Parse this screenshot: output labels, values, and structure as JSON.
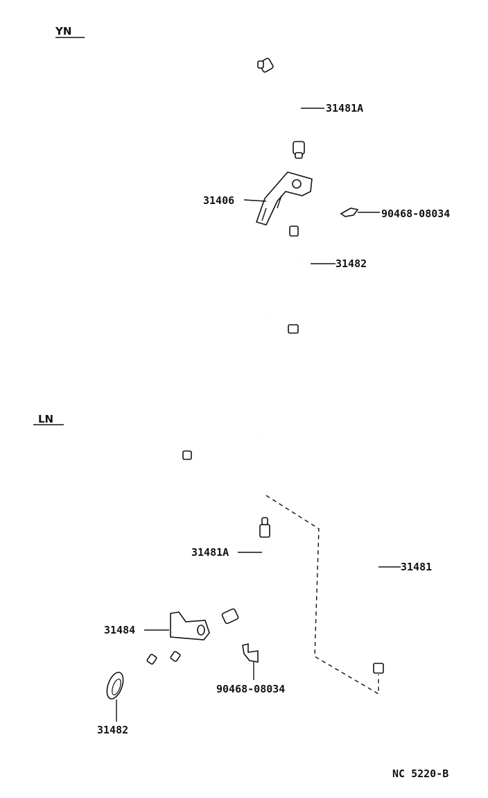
{
  "sections": {
    "yn": "YN",
    "ln": "LN"
  },
  "yn_labels": {
    "hose_a": "31481A",
    "bracket": "31406",
    "clip": "90468-08034",
    "tube": "31482"
  },
  "ln_labels": {
    "hose_a": "31481A",
    "tube_long": "31481",
    "bracket": "31484",
    "clip": "90468-08034",
    "tube": "31482"
  },
  "figure_code": "NC 5220-B"
}
